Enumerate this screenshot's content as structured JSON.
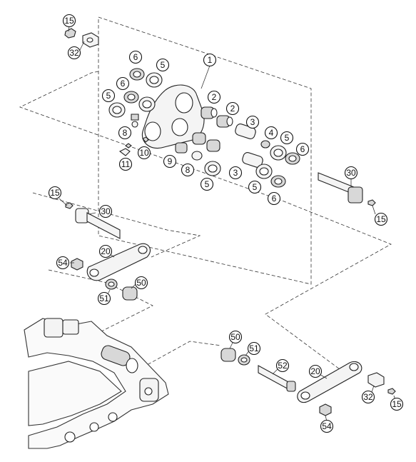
{
  "callouts": [
    {
      "id": "c1",
      "label": "1"
    },
    {
      "id": "c15a",
      "label": "15"
    },
    {
      "id": "c32a",
      "label": "32"
    },
    {
      "id": "c6a",
      "label": "6"
    },
    {
      "id": "c5a",
      "label": "5"
    },
    {
      "id": "c6b",
      "label": "6"
    },
    {
      "id": "c5b",
      "label": "5"
    },
    {
      "id": "c2a",
      "label": "2"
    },
    {
      "id": "c2b",
      "label": "2"
    },
    {
      "id": "c3a",
      "label": "3"
    },
    {
      "id": "c4",
      "label": "4"
    },
    {
      "id": "c5c",
      "label": "5"
    },
    {
      "id": "c6c",
      "label": "6"
    },
    {
      "id": "c8a",
      "label": "8"
    },
    {
      "id": "c10",
      "label": "10"
    },
    {
      "id": "c11",
      "label": "11"
    },
    {
      "id": "c9",
      "label": "9"
    },
    {
      "id": "c8b",
      "label": "8"
    },
    {
      "id": "c3b",
      "label": "3"
    },
    {
      "id": "c5d",
      "label": "5"
    },
    {
      "id": "c5e",
      "label": "5"
    },
    {
      "id": "c6d",
      "label": "6"
    },
    {
      "id": "c30a",
      "label": "30"
    },
    {
      "id": "c15b",
      "label": "15"
    },
    {
      "id": "c15c",
      "label": "15"
    },
    {
      "id": "c30b",
      "label": "30"
    },
    {
      "id": "c20a",
      "label": "20"
    },
    {
      "id": "c54a",
      "label": "54"
    },
    {
      "id": "c50a",
      "label": "50"
    },
    {
      "id": "c51a",
      "label": "51"
    },
    {
      "id": "c50b",
      "label": "50"
    },
    {
      "id": "c51b",
      "label": "51"
    },
    {
      "id": "c52",
      "label": "52"
    },
    {
      "id": "c20b",
      "label": "20"
    },
    {
      "id": "c32b",
      "label": "32"
    },
    {
      "id": "c15d",
      "label": "15"
    },
    {
      "id": "c54b",
      "label": "54"
    }
  ]
}
